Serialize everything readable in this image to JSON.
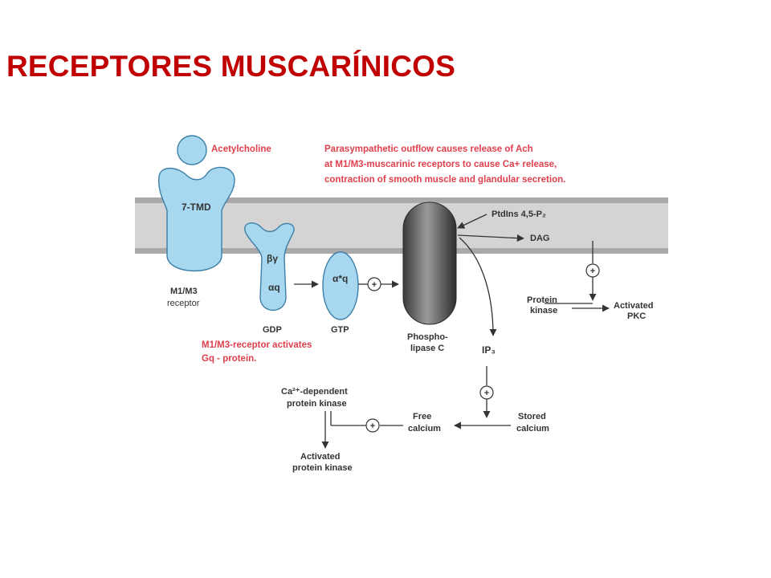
{
  "title": "RECEPTORES MUSCARÍNICOS",
  "colors": {
    "title": "#c00000",
    "annotation_red": "#e0404d",
    "receptor_blue": "#a7d8ef",
    "membrane_gray": "#d4d4d4",
    "phospholipase_dark": "#555555"
  },
  "diagram": {
    "acetylcholine": "Acetylcholine",
    "receptor_body": "7-TMD",
    "receptor_name": "M1/M3",
    "receptor_sub": "receptor",
    "gprotein_by": "βγ",
    "gprotein_aq": "αq",
    "gprotein_aq_active": "α*q",
    "gdp": "GDP",
    "gtp": "GTP",
    "plus": "+",
    "note_top": [
      "Parasympathetic outflow causes release of Ach",
      "at M1/M3-muscarinic receptors to cause Ca+ release,",
      "contraction of smooth muscle and glandular secretion."
    ],
    "note_gq": [
      "M1/M3-receptor activates",
      "Gq - protein."
    ],
    "ptdins": "PtdIns 4,5-P₂",
    "dag": "DAG",
    "phospholipase": [
      "Phospho-",
      "lipase C"
    ],
    "ip3": "IP₃",
    "protein_kinase": [
      "Protein",
      "kinase"
    ],
    "activated_pkc": [
      "Activated",
      "PKC"
    ],
    "stored_calcium": [
      "Stored",
      "calcium"
    ],
    "free_calcium": [
      "Free",
      "calcium"
    ],
    "ca_kinase": [
      "Ca²⁺-dependent",
      "protein kinase"
    ],
    "activated_pk": [
      "Activated",
      "protein kinase"
    ]
  }
}
